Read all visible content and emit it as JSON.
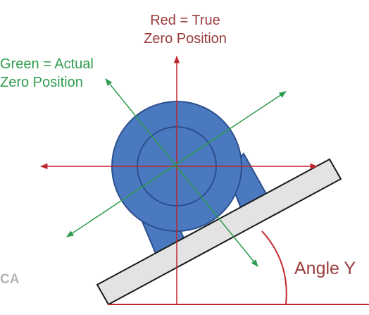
{
  "labels": {
    "red_line1": "Red = True",
    "red_line2": "Zero Position",
    "green_line1": "Green = Actual",
    "green_line2": "Zero Position",
    "angle": "Angle Y",
    "watermark": "CA"
  },
  "colors": {
    "red": "#c0272d",
    "green": "#2e9b4d",
    "blue_fill": "#4a79c0",
    "blue_stroke": "#2c4f8c",
    "label_red": "#9b3c3c"
  }
}
